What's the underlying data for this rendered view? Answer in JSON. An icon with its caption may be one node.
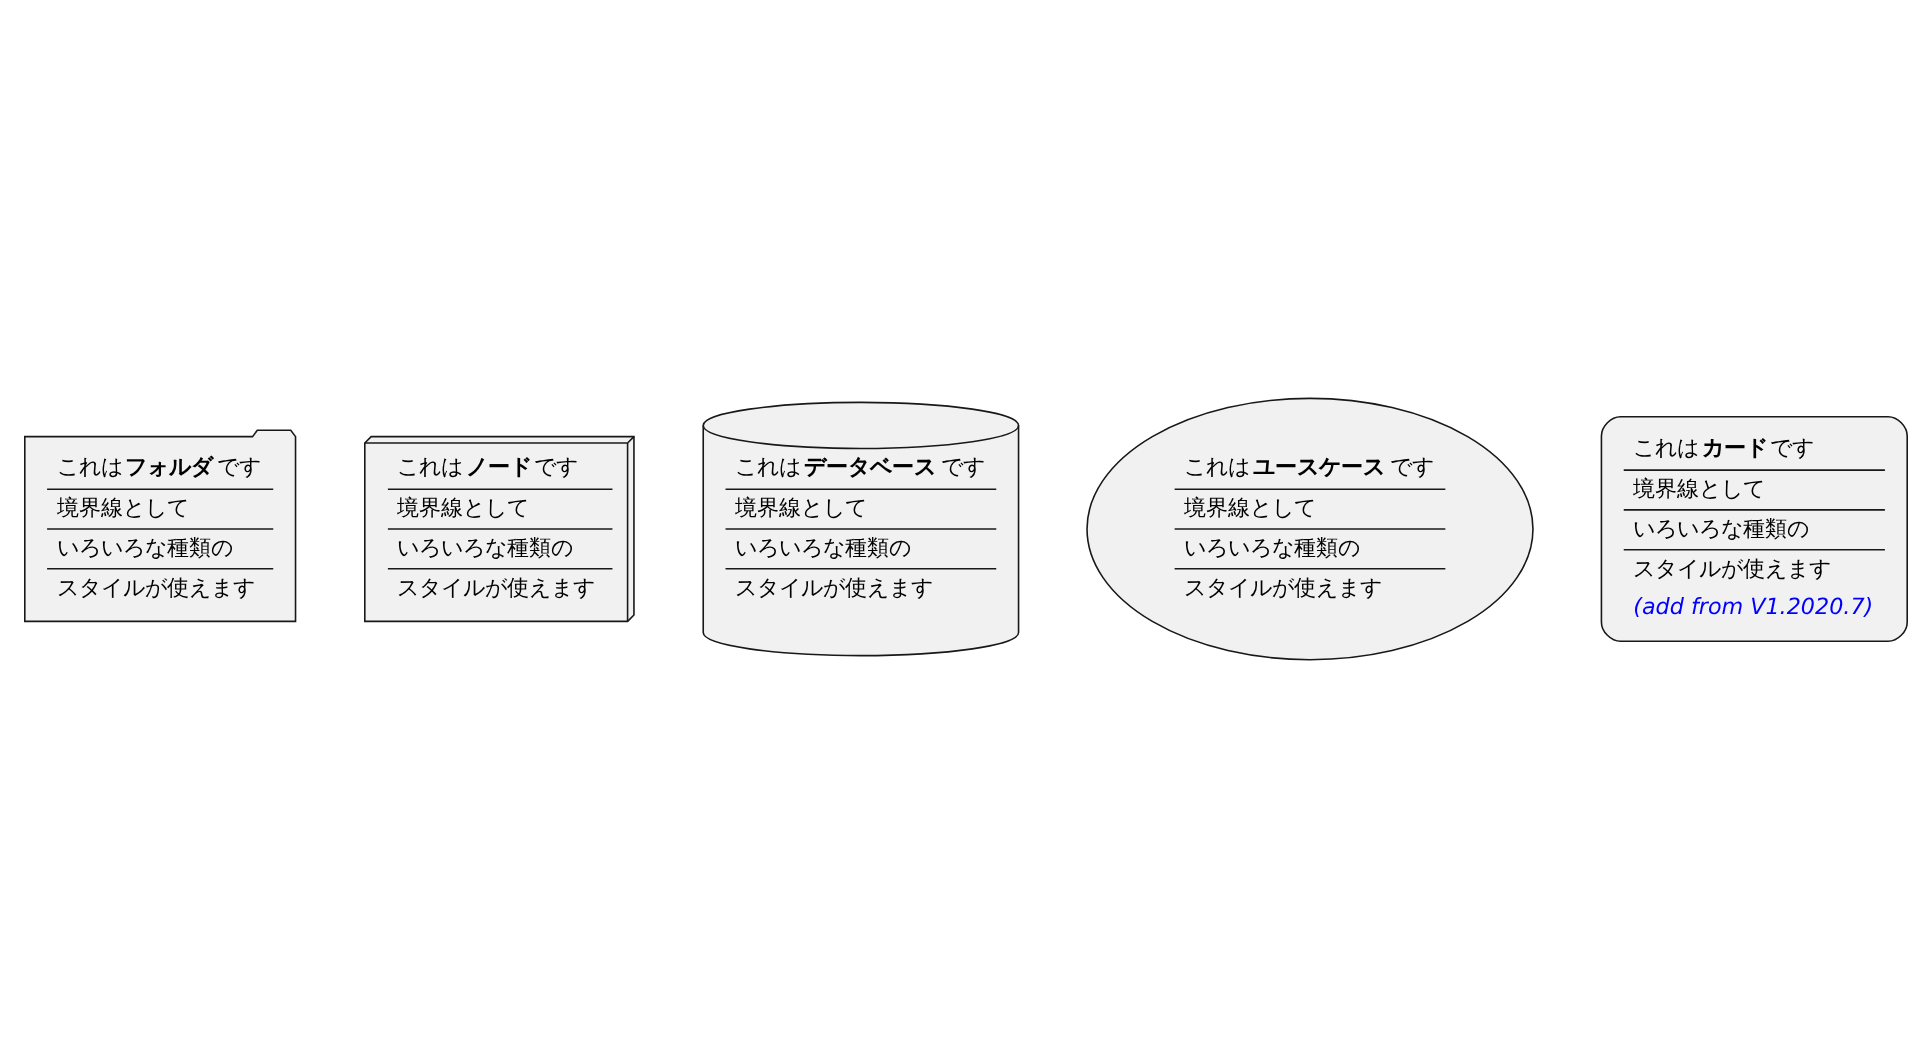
{
  "diagram": {
    "nodes": [
      {
        "text": [
          "これは**フォルダ**です",
          "境界線として",
          "いろいろな種類の",
          "スタイルが使えます"
        ]
      },
      {
        "text": [
          "これは**ノード**です",
          "境界線として",
          "いろいろな種類の",
          "スタイルが使えます"
        ]
      },
      {
        "text": [
          "これは**データベース**です",
          "境界線として",
          "いろいろな種類の",
          "スタイルが使えます"
        ]
      },
      {
        "text": [
          "これは**ユースケース**です",
          "境界線として",
          "いろいろな種類の",
          "スタイルが使えます"
        ]
      },
      {
        "text": [
          "これは**カード**です",
          "境界線として",
          "いろいろな種類の",
          "スタイルが使えます",
          "(add from V1.2020.7)"
        ]
      }
    ],
    "edges": []
  }
}
